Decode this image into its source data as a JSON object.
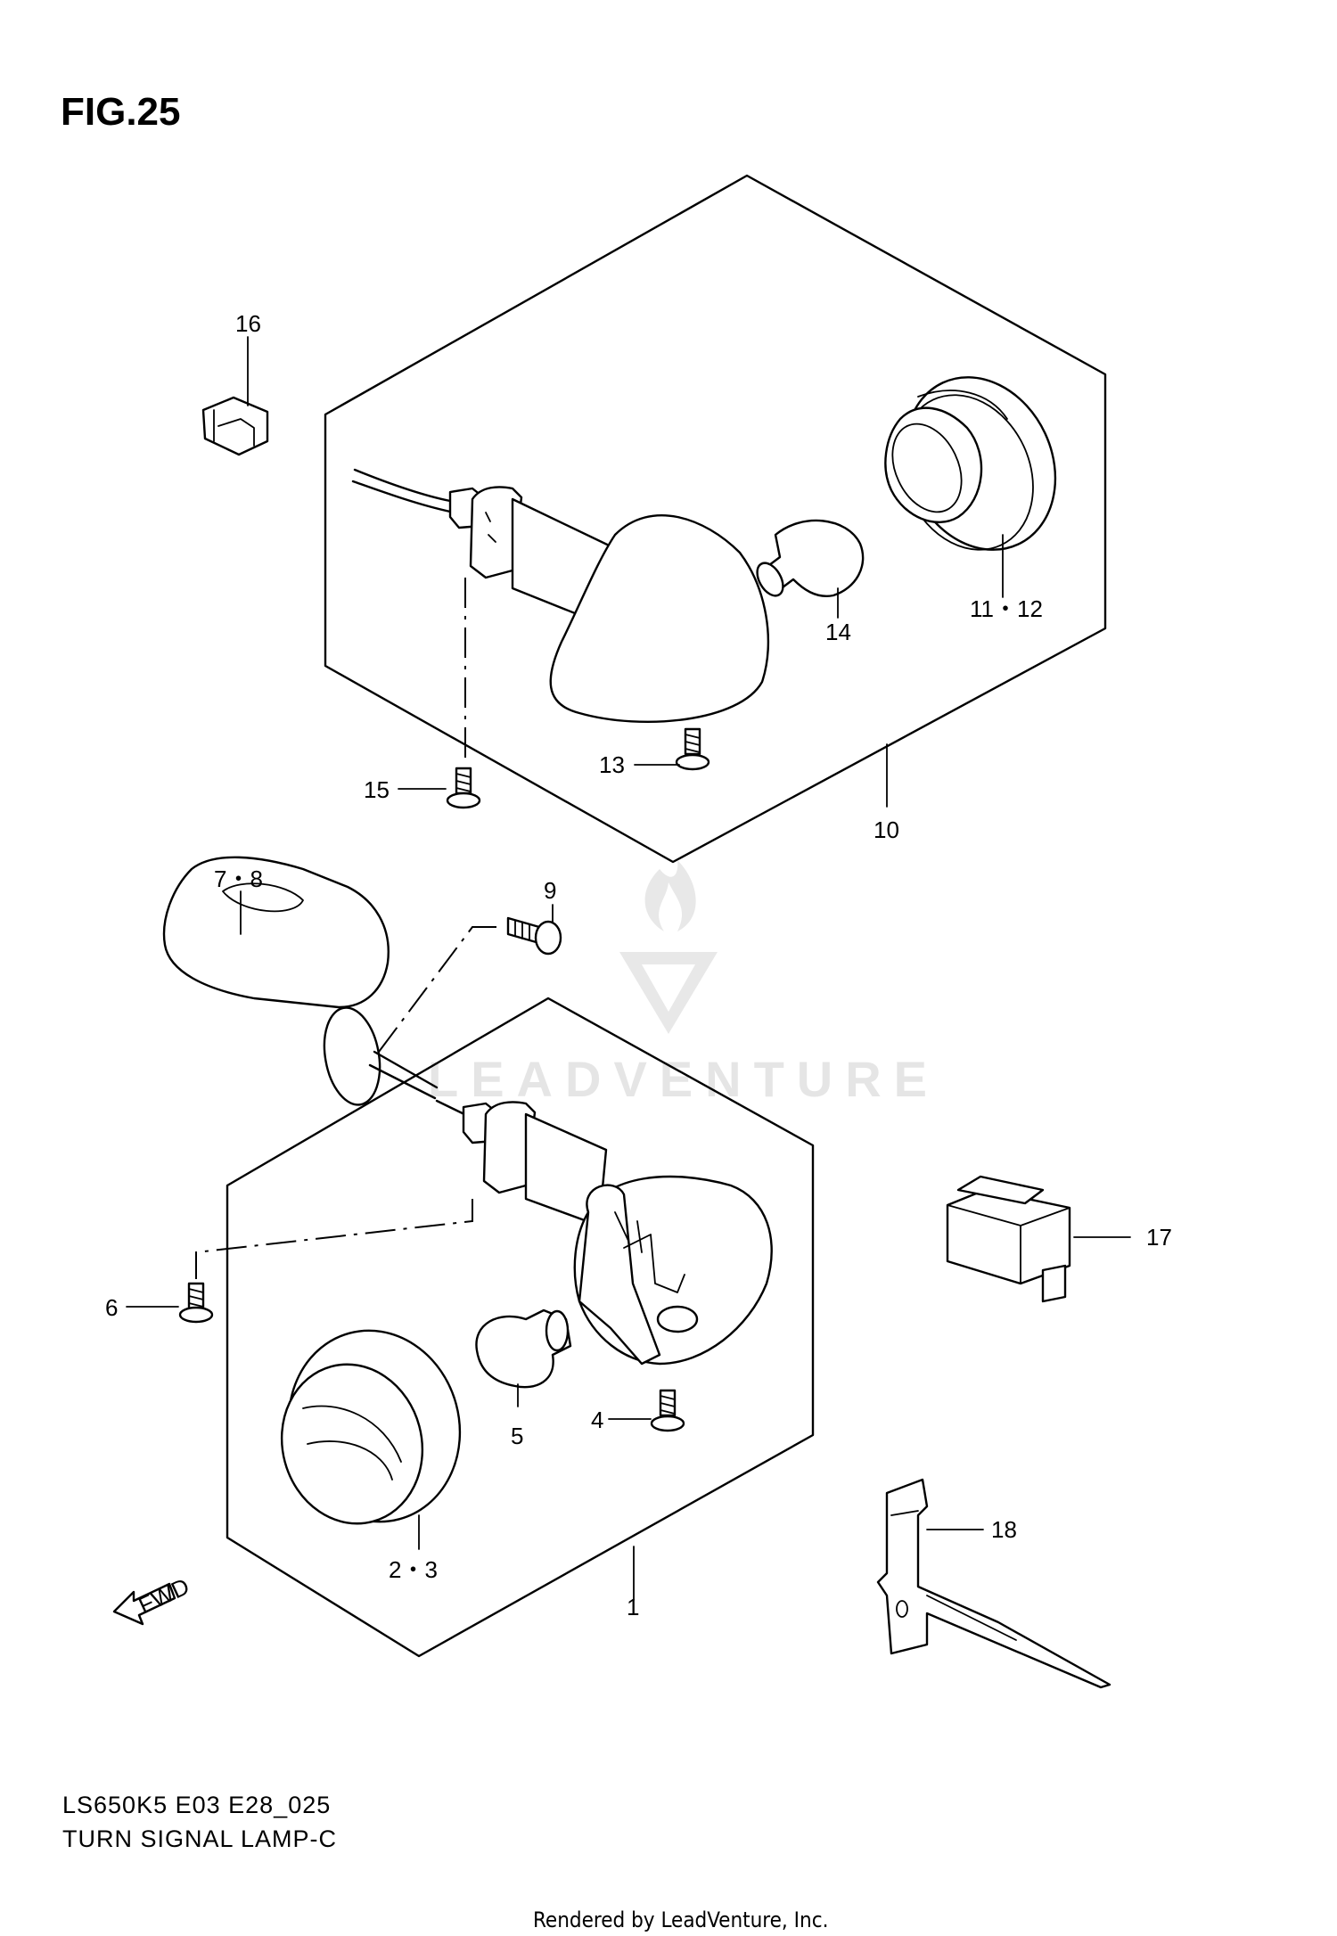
{
  "figure": {
    "title": "FIG.25"
  },
  "watermark": {
    "text": "LEADVENTURE"
  },
  "callouts": {
    "c1": "1",
    "c2_3": "2・3",
    "c4": "4",
    "c5": "5",
    "c6": "6",
    "c7_8": "7・8",
    "c9": "9",
    "c10": "10",
    "c11_12": "11・12",
    "c13": "13",
    "c14": "14",
    "c15": "15",
    "c16": "16",
    "c17": "17",
    "c18": "18"
  },
  "fwd_arrow": {
    "label": "FWD"
  },
  "footer": {
    "model_code": "LS650K5 E03 E28_025",
    "section_name": "TURN SIGNAL LAMP-C"
  },
  "credit": {
    "text": "Rendered by LeadVenture, Inc."
  }
}
